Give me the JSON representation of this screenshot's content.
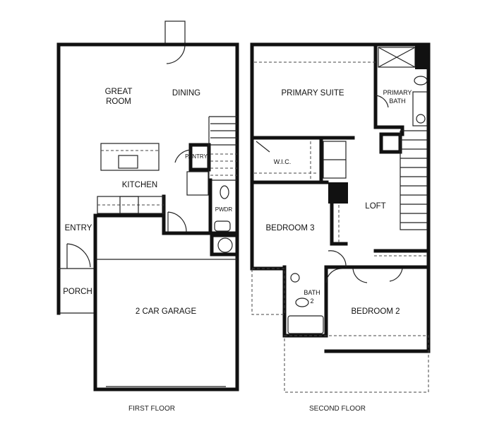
{
  "first_floor": {
    "caption": "FIRST FLOOR",
    "rooms": {
      "great_room_line1": "GREAT",
      "great_room_line2": "ROOM",
      "dining": "DINING",
      "pantry": "PANTRY",
      "kitchen": "KITCHEN",
      "powder": "PWDR",
      "entry": "ENTRY",
      "porch": "PORCH",
      "garage": "2 CAR GARAGE"
    }
  },
  "second_floor": {
    "caption": "SECOND FLOOR",
    "rooms": {
      "primary_suite": "PRIMARY SUITE",
      "primary_bath_line1": "PRIMARY",
      "primary_bath_line2": "BATH",
      "wic": "W.I.C.",
      "loft": "LOFT",
      "bedroom3": "BEDROOM 3",
      "bath2_line1": "BATH",
      "bath2_line2": "2",
      "bedroom2": "BEDROOM 2"
    }
  }
}
